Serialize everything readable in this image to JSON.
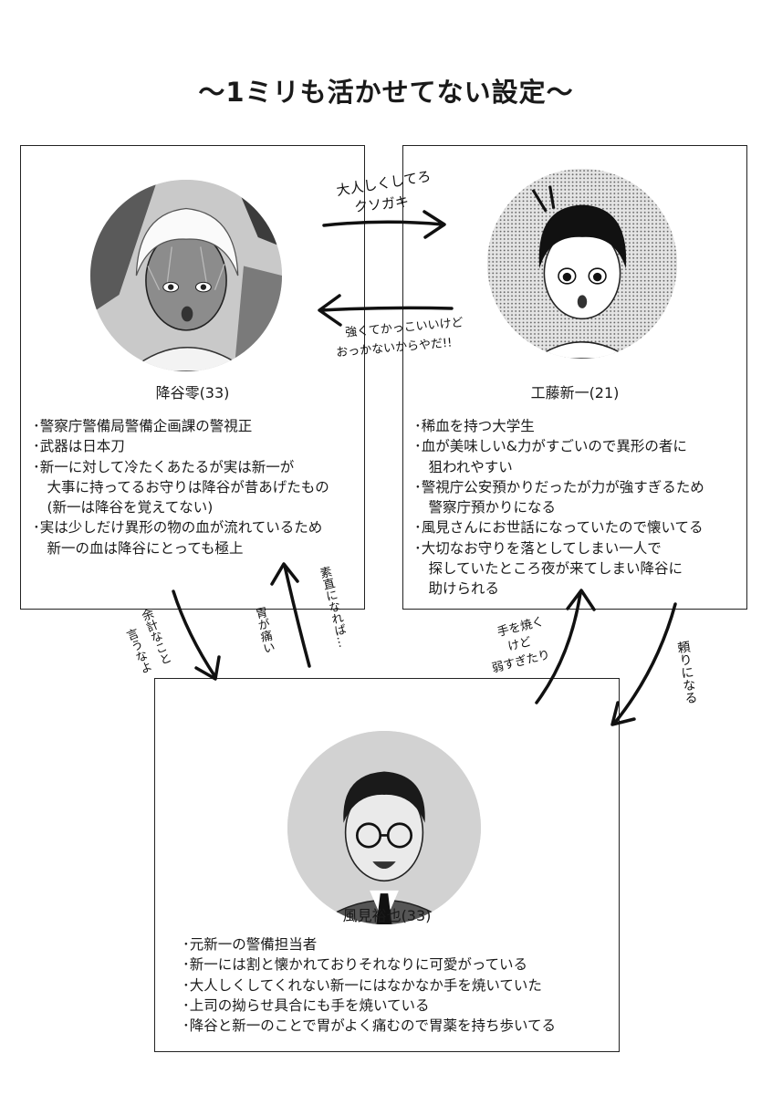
{
  "title": "〜1ミリも活かせてない設定〜",
  "characters": {
    "furuya": {
      "name": "降谷零(33)",
      "bullets": [
        "･警察庁警備局警備企画課の警視正",
        "･武器は日本刀",
        "･新一に対して冷たくあたるが実は新一が",
        "　大事に持ってるお守りは降谷が昔あげたもの",
        "　(新一は降谷を覚えてない)",
        "･実は少しだけ異形の物の血が流れているため",
        "　新一の血は降谷にとっても極上"
      ]
    },
    "kudo": {
      "name": "工藤新一(21)",
      "bullets": [
        "･稀血を持つ大学生",
        "･血が美味しい&力がすごいので異形の者に",
        "　狙われやすい",
        "･警視庁公安預かりだったが力が強すぎるため",
        "　警察庁預かりになる",
        "･風見さんにお世話になっていたので懐いてる",
        "･大切なお守りを落としてしまい一人で",
        "　探していたところ夜が来てしまい降谷に",
        "　助けられる"
      ]
    },
    "kazami": {
      "name": "風見裕也(33)",
      "bullets": [
        "･元新一の警備担当者",
        "･新一には割と懐かれておりそれなりに可愛がっている",
        "･大人しくしてくれない新一にはなかなか手を焼いていた",
        "･上司の拗らせ具合にも手を焼いている",
        "･降谷と新一のことで胃がよく痛むので胃薬を持ち歩いてる"
      ]
    }
  },
  "annotations": {
    "furuya_to_kudo_1": "大人しくしてろ",
    "furuya_to_kudo_2": "クソガキ",
    "kudo_to_furuya_1": "強くてかっこいいけど",
    "kudo_to_furuya_2": "おっかないからやだ!!",
    "furuya_to_kazami_1": "余計なこと",
    "furuya_to_kazami_2": "言うなよ",
    "kazami_to_furuya_1": "胃が痛い",
    "kazami_to_furuya_2": "素直になれば…",
    "kazami_to_kudo_1": "手を焼く",
    "kazami_to_kudo_2": "けど",
    "kazami_to_kudo_3": "弱すぎたり",
    "kudo_to_kazami": "頼りになる"
  }
}
